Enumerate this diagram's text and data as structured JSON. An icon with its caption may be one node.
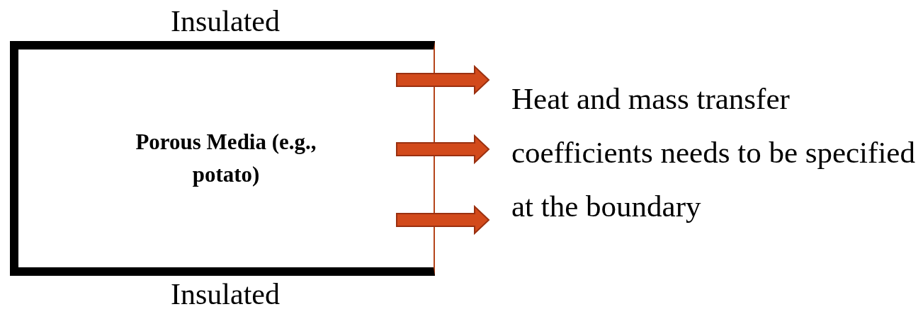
{
  "diagram": {
    "nodes": [
      {
        "text": [
          "Porous Media (e.g., potato)"
        ]
      }
    ],
    "labels": [
      "Insulated",
      "Heat and mass transfer coefficients needs to be specified at the boundary",
      "Insulated"
    ]
  }
}
